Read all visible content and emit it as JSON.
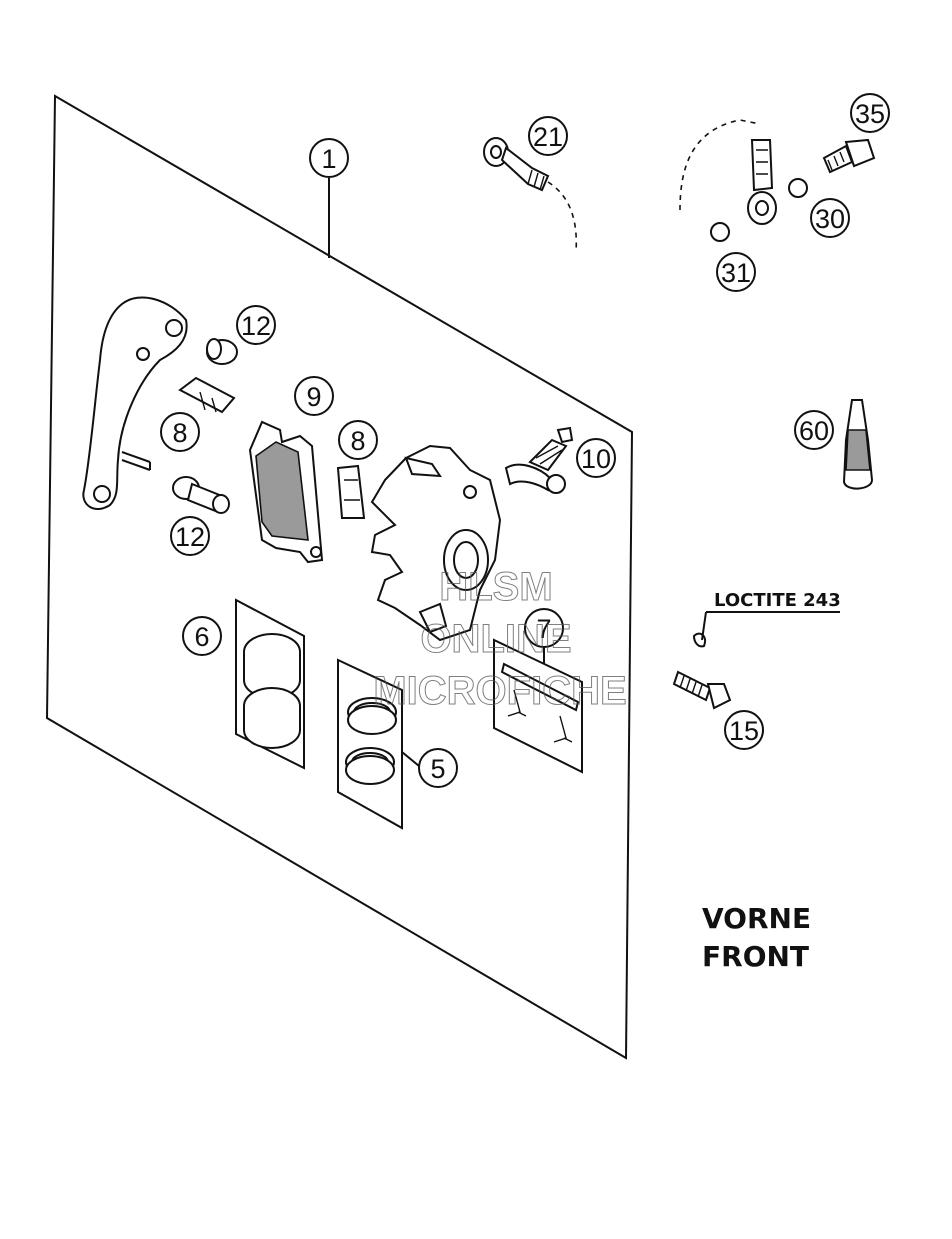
{
  "callouts": {
    "c1": "1",
    "c5": "5",
    "c6": "6",
    "c7": "7",
    "c8a": "8",
    "c8b": "8",
    "c9": "9",
    "c10": "10",
    "c12a": "12",
    "c12b": "12",
    "c15": "15",
    "c21": "21",
    "c30": "30",
    "c31": "31",
    "c35": "35",
    "c60": "60"
  },
  "labels": {
    "loctite": "LOCTITE 243",
    "region_de": "VORNE",
    "region_en": "FRONT"
  },
  "watermark": {
    "line1": "HLSM",
    "line2": "ONLINE",
    "line3": "MICROFICHE"
  }
}
